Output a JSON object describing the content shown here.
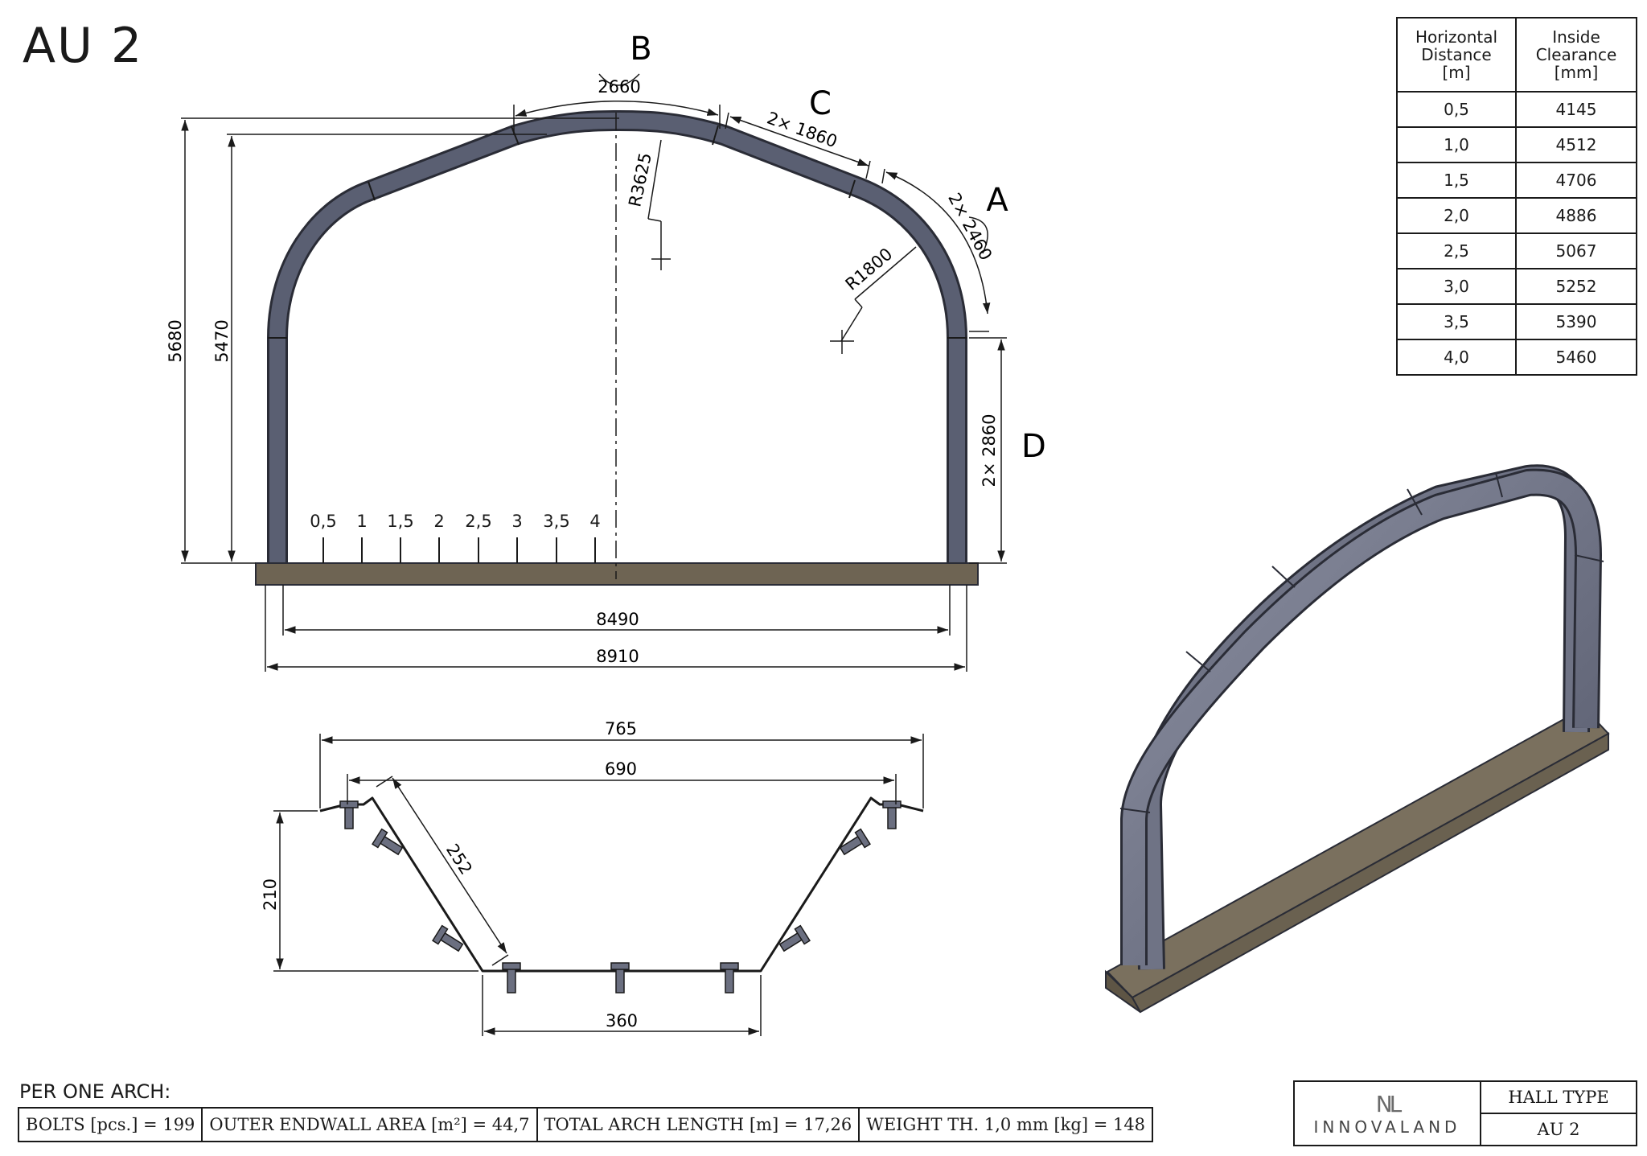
{
  "sheet_title": "AU 2",
  "section_labels": {
    "a": "A",
    "b": "B",
    "c": "C",
    "d": "D"
  },
  "dimensions": {
    "arc_b": "2660",
    "arc_c": "2× 1860",
    "arc_a": "2× 2460",
    "radius_top": "R3625",
    "radius_side": "R1800",
    "height_outer": "5680",
    "height_inner": "5470",
    "wall_height": "2× 2860",
    "width_inner": "8490",
    "width_outer": "8910",
    "profile_outer": "765",
    "profile_inner": "690",
    "profile_flank": "252",
    "profile_depth": "210",
    "profile_bottom": "360"
  },
  "position_ticks": [
    "0,5",
    "1",
    "1,5",
    "2",
    "2,5",
    "3",
    "3,5",
    "4"
  ],
  "clearance_table": {
    "headers": [
      "Horizontal Distance [m]",
      "Inside Clearance [mm]"
    ],
    "header_lines": [
      [
        "Horizontal",
        "Distance",
        "[m]"
      ],
      [
        "Inside",
        "Clearance",
        "[mm]"
      ]
    ],
    "rows": [
      [
        "0,5",
        "4145"
      ],
      [
        "1,0",
        "4512"
      ],
      [
        "1,5",
        "4706"
      ],
      [
        "2,0",
        "4886"
      ],
      [
        "2,5",
        "5067"
      ],
      [
        "3,0",
        "5252"
      ],
      [
        "3,5",
        "5390"
      ],
      [
        "4,0",
        "5460"
      ]
    ]
  },
  "summary": {
    "heading": "PER ONE ARCH:",
    "cells": [
      "BOLTS [pcs.] = 199",
      "OUTER ENDWALL AREA [m²] = 44,7",
      "TOTAL ARCH LENGTH [m] = 17,26",
      "WEIGHT TH. 1,0 mm [kg] = 148"
    ]
  },
  "title_block": {
    "logo_mark": "NL",
    "company": "INNOVALAND",
    "hall_type_label": "HALL TYPE",
    "hall_type_value": "AU 2"
  },
  "colors": {
    "arch_fill": "#5a5f72",
    "arch_stroke": "#2a2c36",
    "base_fill": "#6e6453",
    "line": "#1a1a1a"
  }
}
